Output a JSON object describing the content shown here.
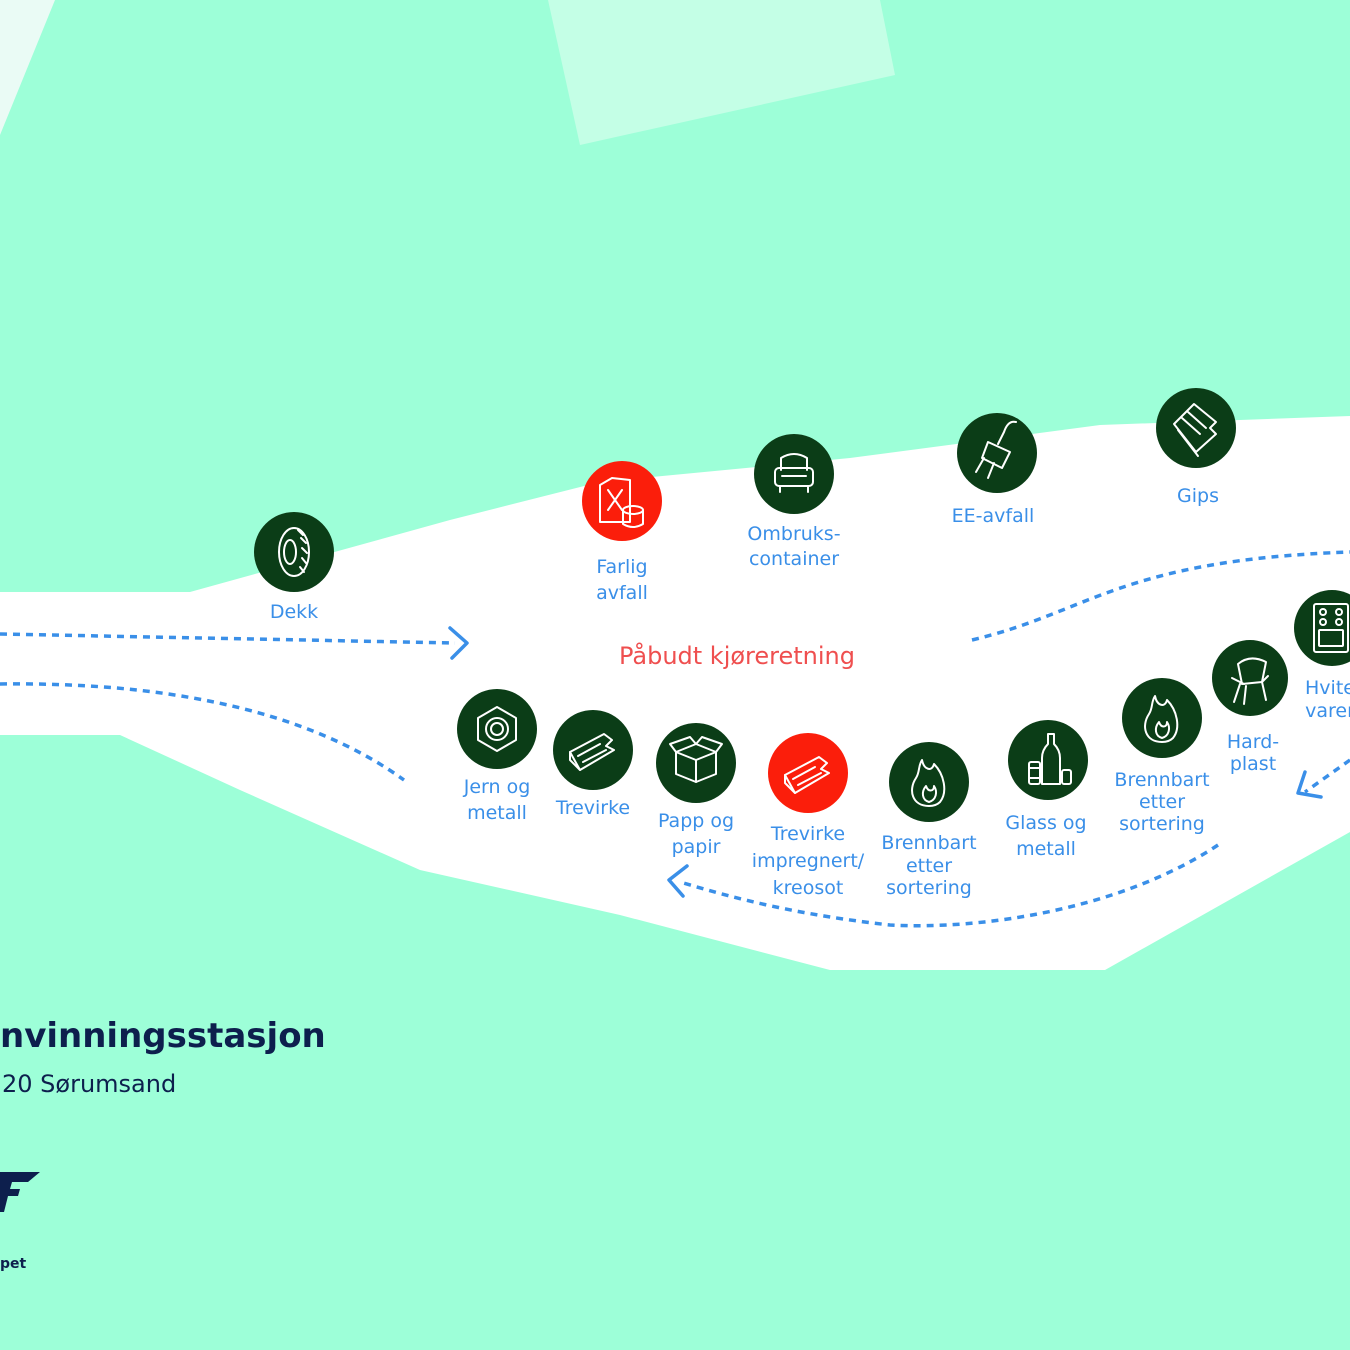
{
  "colors": {
    "background": "#9dffd8",
    "road": "#ffffff",
    "building": "#c4ffe6",
    "station_icon": "#0b3d17",
    "hazard_icon": "#fb1e0b",
    "label": "#3a8fe8",
    "notice": "#ef4f4f",
    "title": "#0d1f4d"
  },
  "direction_notice": "Påbudt kjøreretning",
  "stations": [
    {
      "id": "dekk",
      "icon": "tire-icon",
      "hazard": false,
      "label": [
        "Dekk"
      ]
    },
    {
      "id": "farlig-avfall",
      "icon": "hazardous-waste-icon",
      "hazard": true,
      "label": [
        "Farlig",
        "avfall"
      ]
    },
    {
      "id": "ombruk",
      "icon": "armchair-icon",
      "hazard": false,
      "label": [
        "Ombruks-",
        "container"
      ]
    },
    {
      "id": "ee-avfall",
      "icon": "electric-plug-icon",
      "hazard": false,
      "label": [
        "EE-avfall"
      ]
    },
    {
      "id": "gips",
      "icon": "plasterboard-icon",
      "hazard": false,
      "label": [
        "Gips"
      ]
    },
    {
      "id": "jern-metall",
      "icon": "metal-nut-icon",
      "hazard": false,
      "label": [
        "Jern og",
        "metall"
      ]
    },
    {
      "id": "trevirke",
      "icon": "wood-beam-icon",
      "hazard": false,
      "label": [
        "Trevirke"
      ]
    },
    {
      "id": "papp-papir",
      "icon": "cardboard-box-icon",
      "hazard": false,
      "label": [
        "Papp og",
        "papir"
      ]
    },
    {
      "id": "trevirke-impregnert",
      "icon": "treated-wood-icon",
      "hazard": true,
      "label": [
        "Trevirke",
        "impregnert/",
        "kreosot"
      ]
    },
    {
      "id": "brennbart-1",
      "icon": "flame-icon",
      "hazard": false,
      "label": [
        "Brennbart",
        "etter",
        "sortering"
      ]
    },
    {
      "id": "glass-metall",
      "icon": "bottles-cans-icon",
      "hazard": false,
      "label": [
        "Glass og",
        "metall"
      ]
    },
    {
      "id": "brennbart-2",
      "icon": "flame-icon",
      "hazard": false,
      "label": [
        "Brennbart",
        "etter",
        "sortering"
      ]
    },
    {
      "id": "hardplast",
      "icon": "plastic-chair-icon",
      "hazard": false,
      "label": [
        "Hard-",
        "plast"
      ]
    },
    {
      "id": "hvitevarer",
      "icon": "stove-icon",
      "hazard": false,
      "label": [
        "Hvite",
        "varer"
      ]
    }
  ],
  "footer": {
    "title": "nvinningsstasjon",
    "address": "20 Sørumsand",
    "logo_caption": "pet"
  }
}
